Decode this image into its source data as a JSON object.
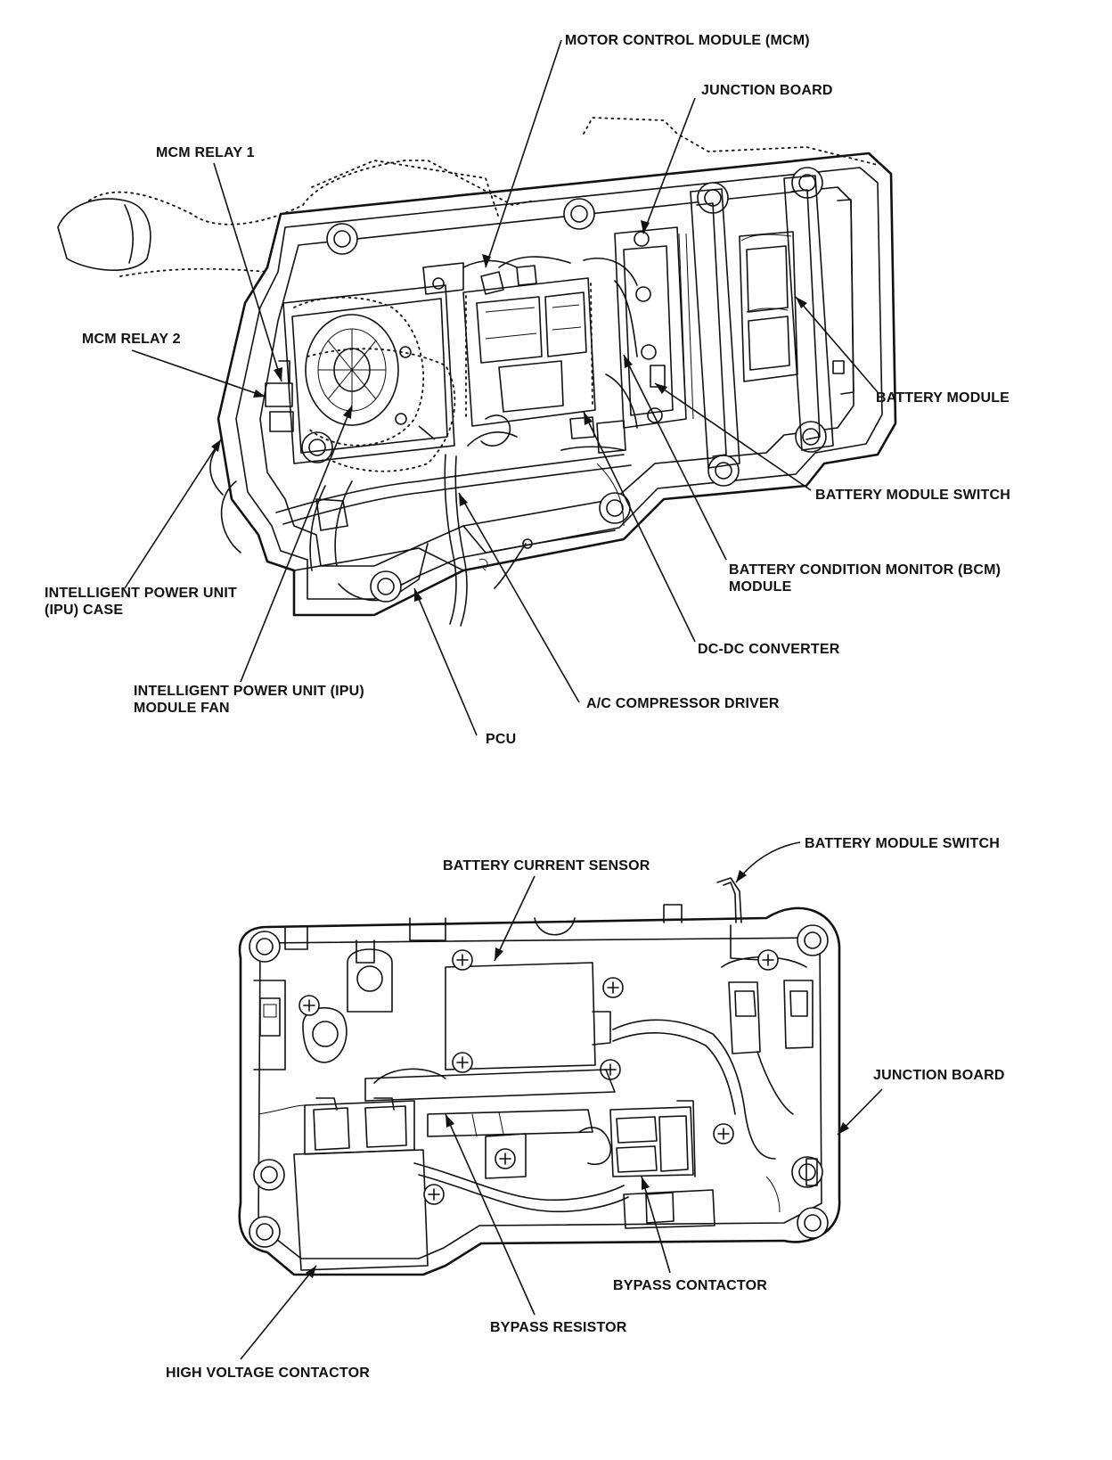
{
  "diagram": {
    "top_view": {
      "labels": {
        "mcm": "MOTOR CONTROL MODULE (MCM)",
        "junction_board": "JUNCTION BOARD",
        "mcm_relay_1": "MCM RELAY 1",
        "mcm_relay_2": "MCM RELAY 2",
        "battery_module": "BATTERY MODULE",
        "battery_module_switch": "BATTERY MODULE SWITCH",
        "bcm_line1": "BATTERY CONDITION MONITOR (BCM)",
        "bcm_line2": "MODULE",
        "ipu_case_line1": "INTELLIGENT POWER UNIT",
        "ipu_case_line2": "(IPU) CASE",
        "dcdc": "DC-DC CONVERTER",
        "ipu_fan_line1": "INTELLIGENT POWER UNIT (IPU)",
        "ipu_fan_line2": "MODULE FAN",
        "ac_driver": "A/C COMPRESSOR DRIVER",
        "pcu": "PCU"
      }
    },
    "bottom_view": {
      "labels": {
        "battery_module_switch": "BATTERY MODULE SWITCH",
        "battery_current_sensor": "BATTERY CURRENT SENSOR",
        "junction_board": "JUNCTION BOARD",
        "bypass_contactor": "BYPASS CONTACTOR",
        "bypass_resistor": "BYPASS RESISTOR",
        "high_voltage_contactor": "HIGH VOLTAGE CONTACTOR"
      }
    }
  }
}
